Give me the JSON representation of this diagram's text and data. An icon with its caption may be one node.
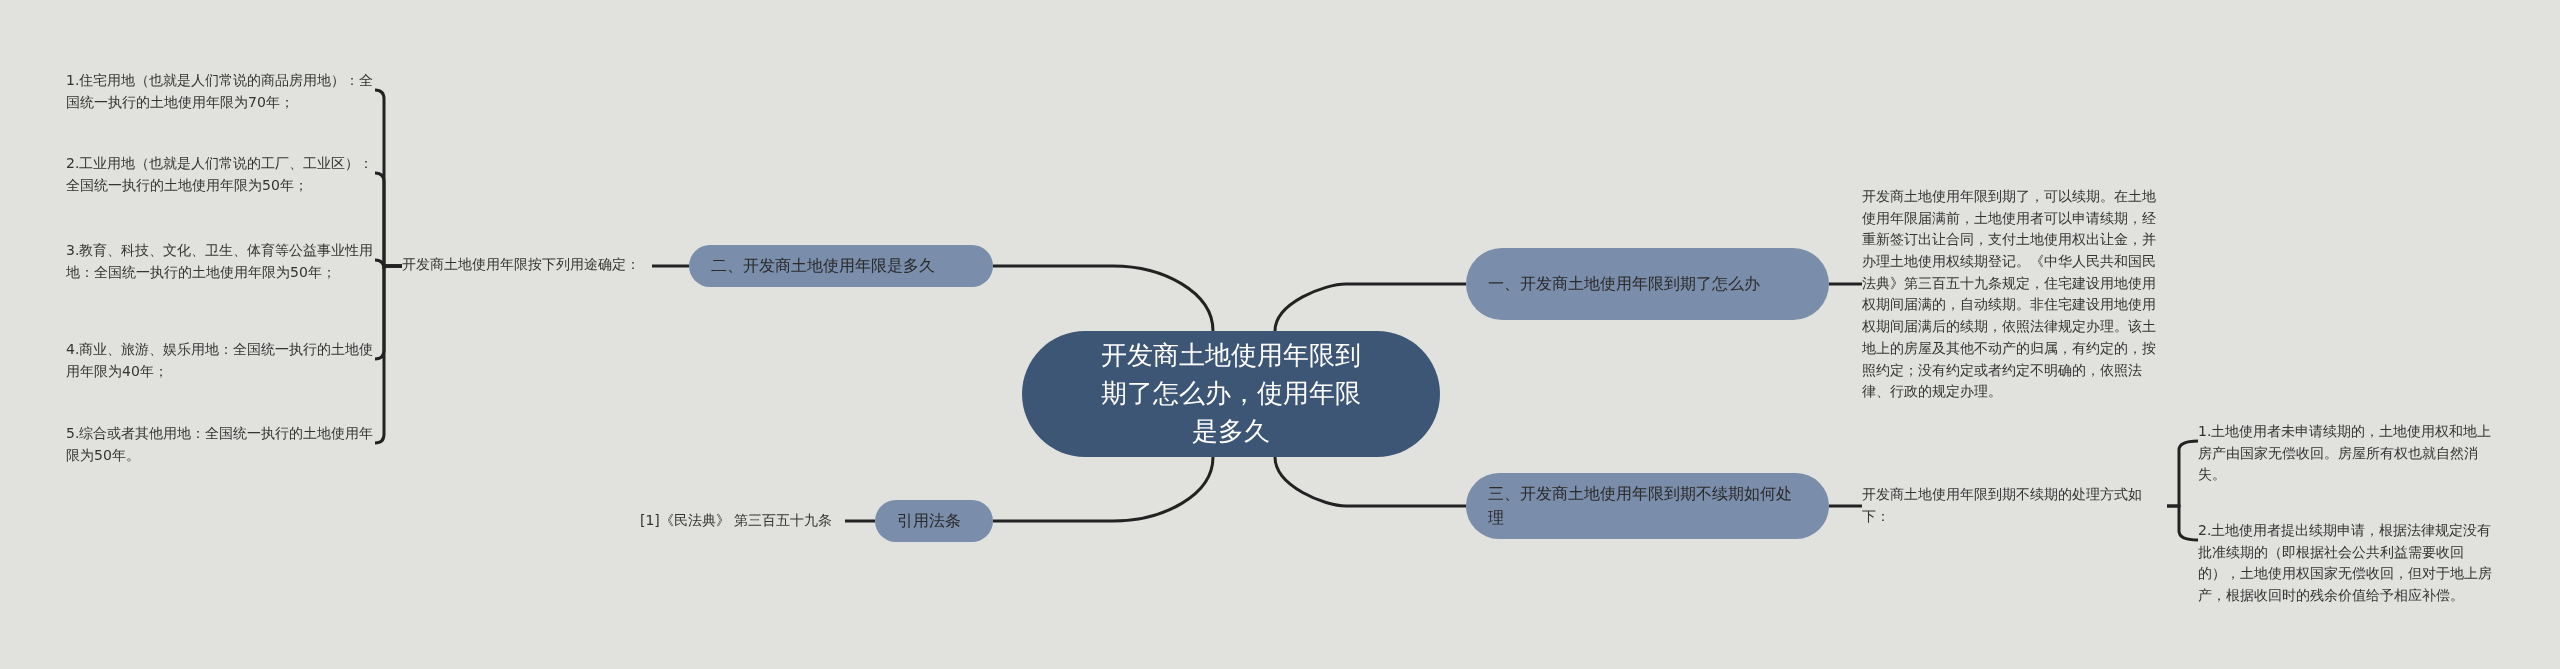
{
  "diagram": {
    "nodes": [
      {
        "text": [
          "开发商土地使用年限到期了怎么办，使用年限是多久"
        ]
      },
      {
        "text": [
          "一、开发商土地使用年限到期了怎么办"
        ]
      },
      {
        "text": [
          "开发商土地使用年限到期了，可以续期。在土地使用年限届满前，土地使用者可以申请续期，经重新签订出让合同，支付土地使用权出让金，并办理土地使用权续期登记。《中华人民共和国民法典》第三百五十九条规定，住宅建设用地使用权期间届满的，自动续期。非住宅建设用地使用权期间届满后的续期，依照法律规定办理。该土地上的房屋及其他不动产的归属，有约定的，按照约定；没有约定或者约定不明确的，依照法律、行政的规定办理。"
        ]
      },
      {
        "text": [
          "二、开发商土地使用年限是多久"
        ]
      },
      {
        "text": [
          "开发商土地使用年限按下列用途确定："
        ]
      },
      {
        "text": [
          "1.住宅用地（也就是人们常说的商品房用地）：全国统一执行的土地使用年限为70年；"
        ]
      },
      {
        "text": [
          "2.工业用地（也就是人们常说的工厂、工业区）：全国统一执行的土地使用年限为50年；"
        ]
      },
      {
        "text": [
          "3.教育、科技、文化、卫生、体育等公益事业性用地：全国统一执行的土地使用年限为50年；"
        ]
      },
      {
        "text": [
          "4.商业、旅游、娱乐用地：全国统一执行的土地使用年限为40年；"
        ]
      },
      {
        "text": [
          "5.综合或者其他用地：全国统一执行的土地使用年限为50年。"
        ]
      },
      {
        "text": [
          "三、开发商土地使用年限到期不续期如何处理"
        ]
      },
      {
        "text": [
          "开发商土地使用年限到期不续期的处理方式如下："
        ]
      },
      {
        "text": [
          "1.土地使用者未申请续期的，土地使用权和地上房产由国家无偿收回。房屋所有权也就自然消失。"
        ]
      },
      {
        "text": [
          "2.土地使用者提出续期申请，根据法律规定没有批准续期的（即根据社会公共利益需要收回的），土地使用权国家无偿收回，但对于地上房产，根据收回时的残余价值给予相应补偿。"
        ]
      },
      {
        "text": [
          "引用法条"
        ]
      },
      {
        "text": [
          "[1]《民法典》 第三百五十九条"
        ]
      }
    ],
    "edges": [
      {
        "from": 0,
        "to": 1,
        "arrow": "none"
      },
      {
        "from": 1,
        "to": 2,
        "arrow": "none"
      },
      {
        "from": 0,
        "to": 3,
        "arrow": "none"
      },
      {
        "from": 3,
        "to": 4,
        "arrow": "none"
      },
      {
        "from": 4,
        "to": 5,
        "arrow": "none"
      },
      {
        "from": 4,
        "to": 6,
        "arrow": "none"
      },
      {
        "from": 4,
        "to": 7,
        "arrow": "none"
      },
      {
        "from": 4,
        "to": 8,
        "arrow": "none"
      },
      {
        "from": 4,
        "to": 9,
        "arrow": "none"
      },
      {
        "from": 0,
        "to": 10,
        "arrow": "none"
      },
      {
        "from": 10,
        "to": 11,
        "arrow": "none"
      },
      {
        "from": 11,
        "to": 12,
        "arrow": "none"
      },
      {
        "from": 11,
        "to": 13,
        "arrow": "none"
      },
      {
        "from": 0,
        "to": 14,
        "arrow": "none"
      },
      {
        "from": 14,
        "to": 15,
        "arrow": "none"
      }
    ]
  }
}
